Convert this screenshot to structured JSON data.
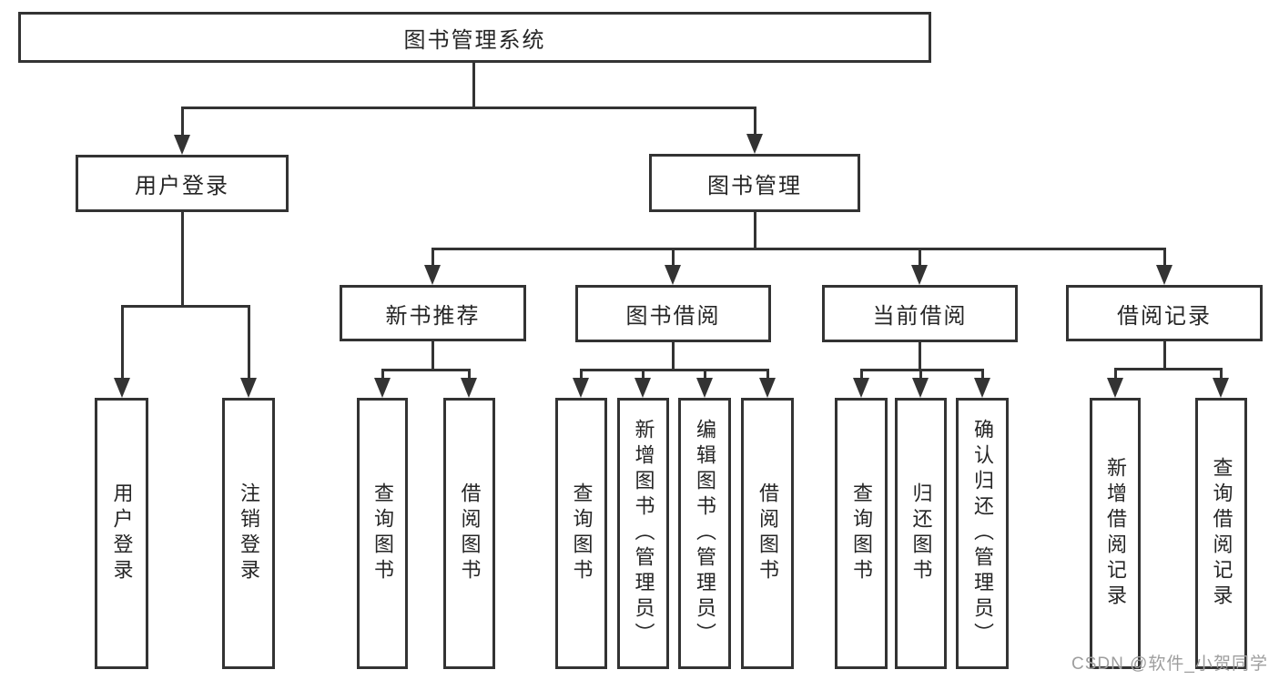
{
  "nodes": {
    "root": "图书管理系统",
    "level2": [
      "用户登录",
      "图书管理"
    ],
    "level3": [
      "新书推荐",
      "图书借阅",
      "当前借阅",
      "借阅记录"
    ],
    "leaves_user_login": [
      "用户登录",
      "注销登录"
    ],
    "leaves_new_book": [
      "查询图书",
      "借阅图书"
    ],
    "leaves_book_borrow": [
      "查询图书",
      "新增图书（管理员）",
      "编辑图书（管理员）",
      "借阅图书"
    ],
    "leaves_current_borrow": [
      "查询图书",
      "归还图书",
      "确认归还（管理员）"
    ],
    "leaves_borrow_records": [
      "新增借阅记录",
      "查询借阅记录"
    ]
  },
  "watermark": "CSDN @软件_小贺同学",
  "colors": {
    "line": "#333333",
    "text": "#262626",
    "background": "#ffffff",
    "watermark": "#9e9e9e"
  }
}
